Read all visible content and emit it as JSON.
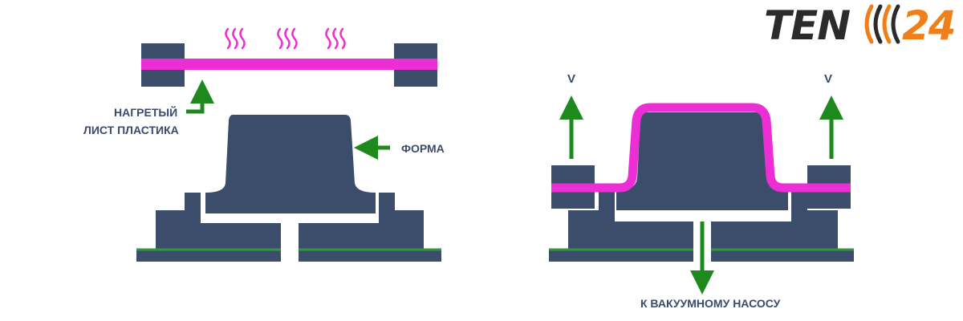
{
  "logo": {
    "word": "TEN",
    "number": "24",
    "brand_color": "#f07f1a",
    "dark_color": "#2b2b2b",
    "icon": "heat-waves-logo-icon"
  },
  "colors": {
    "mold": "#3b4d6b",
    "plastic_sheet": "#ec2fd4",
    "arrows": "#1e8a1e",
    "base_line": "#2e9a3a",
    "labels": "#3b4a6b"
  },
  "left_panel": {
    "heated_sheet_label_line1": "НАГРЕТЫЙ",
    "heated_sheet_label_line2": "ЛИСТ ПЛАСТИКА",
    "mold_label": "ФОРМА",
    "heat_icon": "heat-waves-icon"
  },
  "right_panel": {
    "left_arrow_label": "V",
    "right_arrow_label": "V",
    "pump_label": "К ВАКУУМНОМУ НАСОСУ"
  }
}
